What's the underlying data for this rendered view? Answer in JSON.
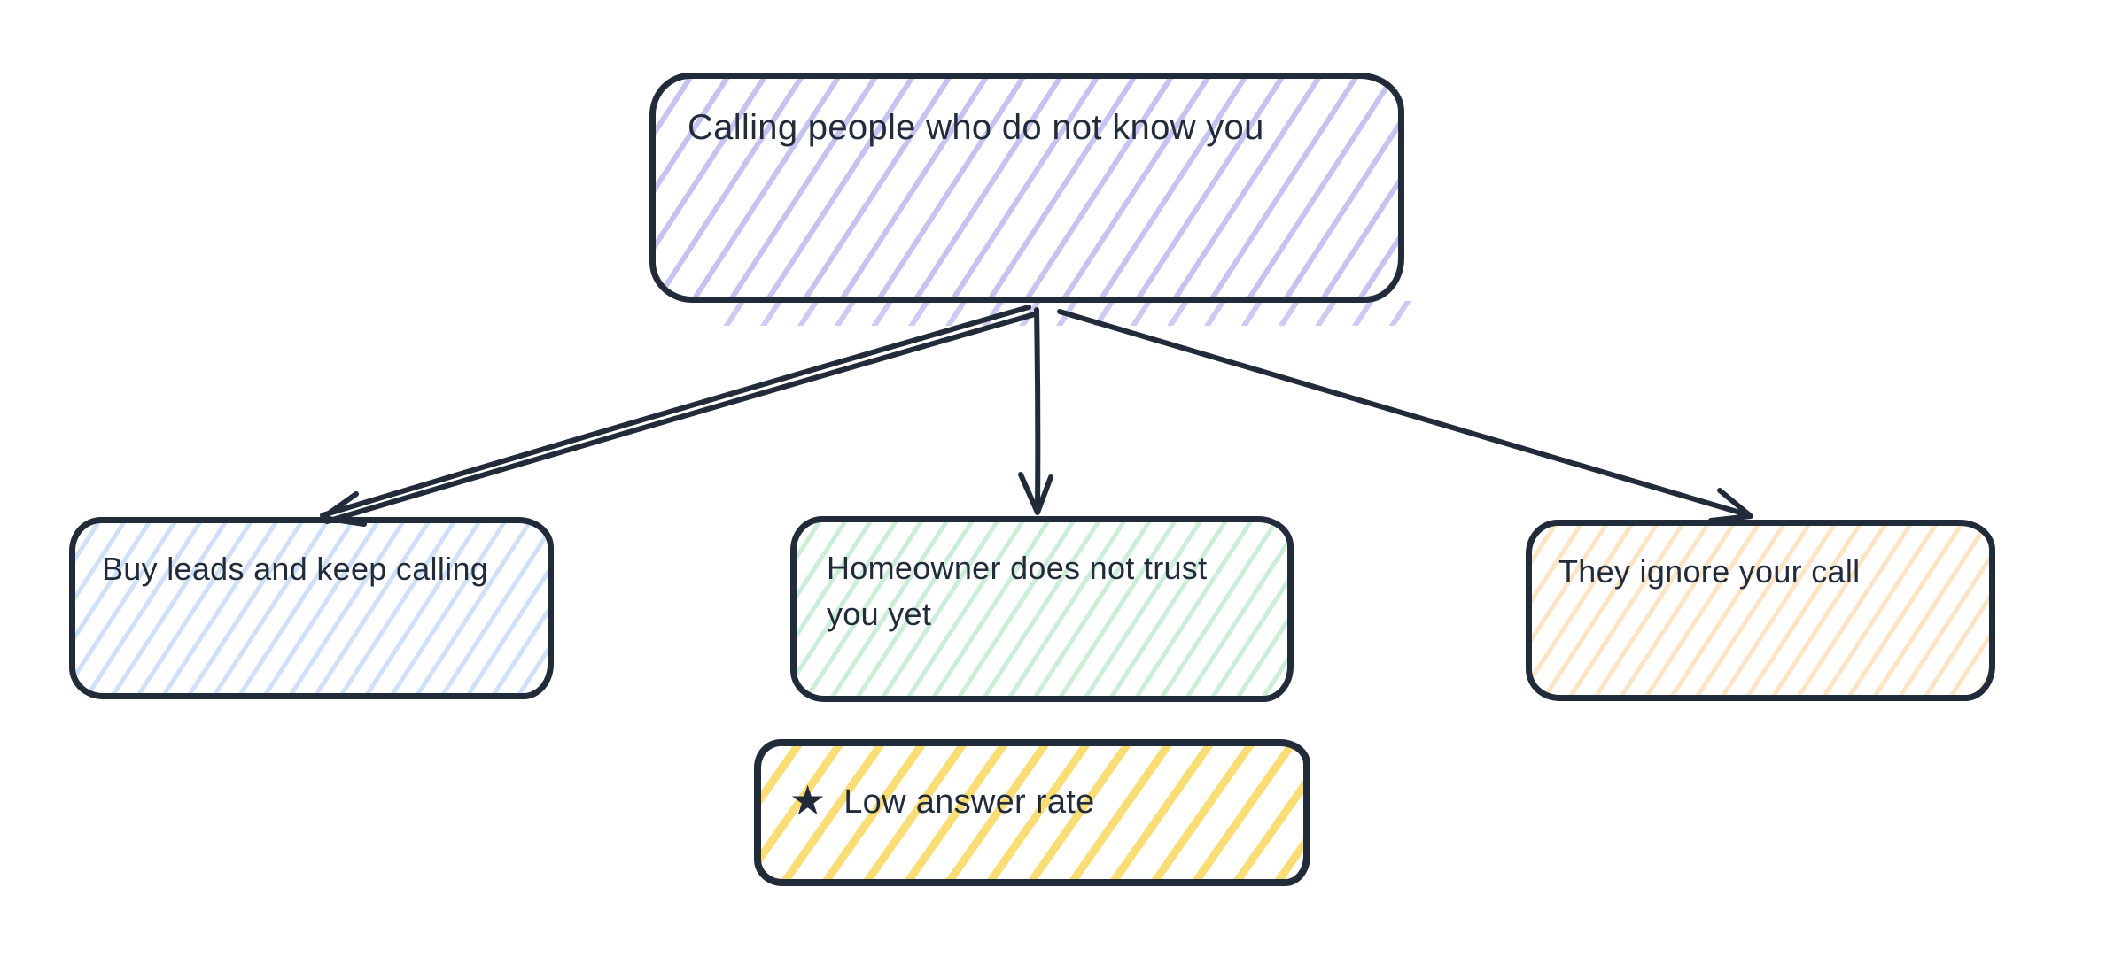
{
  "canvas": {
    "background_color": "#ffffff",
    "stroke_color": "#212b3a",
    "text_color": "#212b3a"
  },
  "nodes": {
    "root": {
      "label": "Calling people who do not know you",
      "hatch_color": "#c6c3f2"
    },
    "leads": {
      "label": "Buy leads and keep calling",
      "hatch_color": "#cfe1f9"
    },
    "trust": {
      "label": "Homeowner does not trust you yet",
      "hatch_color": "#cbeed8"
    },
    "ignore": {
      "label": "They ignore your call",
      "hatch_color": "#fce4c4"
    },
    "note": {
      "icon": "★",
      "icon_name": "star-icon",
      "label": "Low answer rate",
      "hatch_color": "#fadd74"
    }
  },
  "edges": [
    {
      "from": "root",
      "to": "leads",
      "style": "arrow"
    },
    {
      "from": "root",
      "to": "trust",
      "style": "arrow"
    },
    {
      "from": "root",
      "to": "ignore",
      "style": "arrow"
    }
  ]
}
